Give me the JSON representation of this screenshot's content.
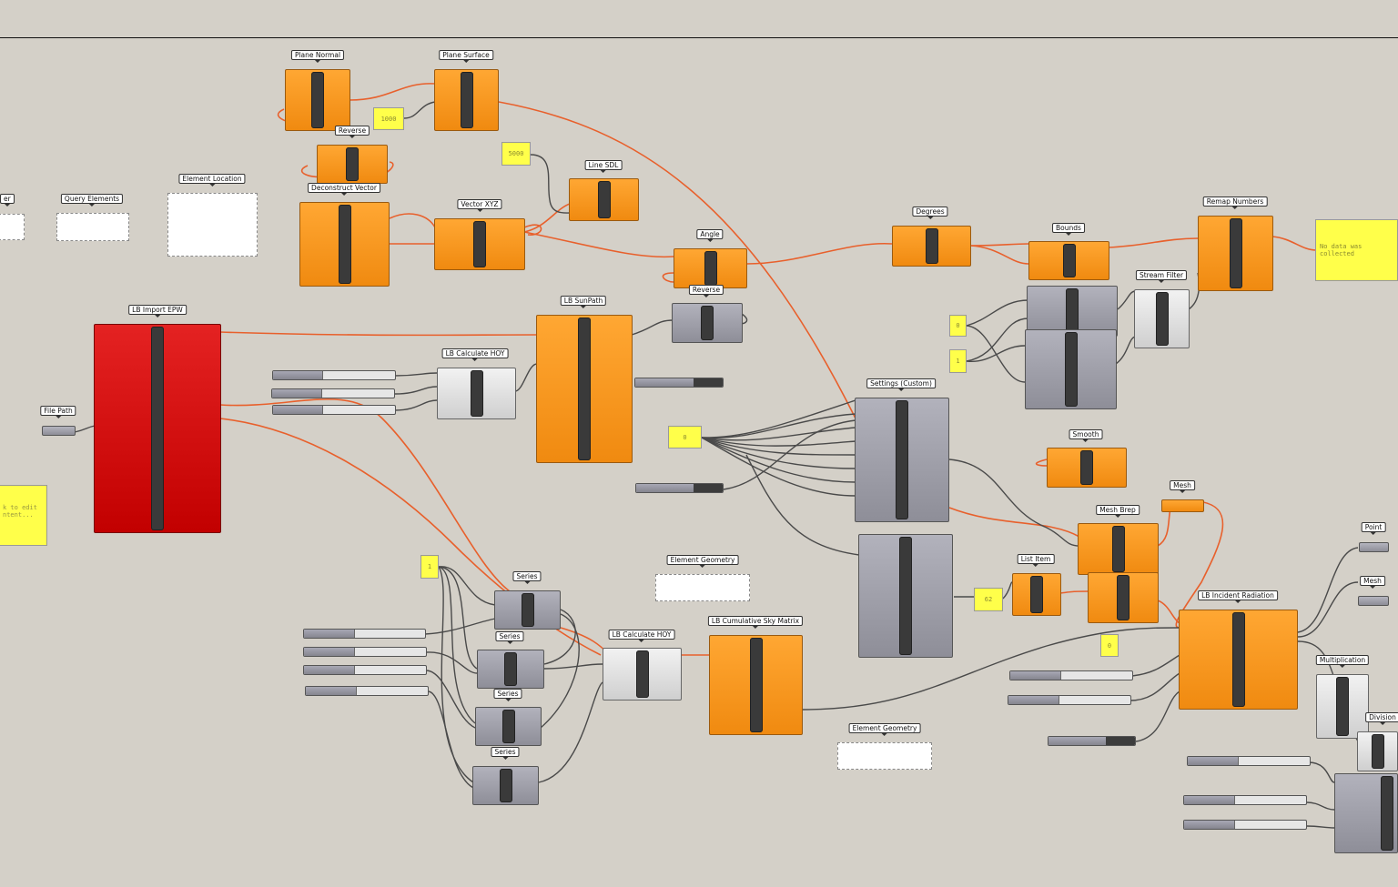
{
  "components": [
    {
      "name": "plane-normal",
      "label": "Plane Normal",
      "style": "orange"
    },
    {
      "name": "plane-surface",
      "label": "Plane Surface",
      "style": "orange"
    },
    {
      "name": "reverse-1",
      "label": "Reverse",
      "style": "orange"
    },
    {
      "name": "deconstruct-vector",
      "label": "Deconstruct Vector",
      "style": "orange"
    },
    {
      "name": "vector-xyz",
      "label": "Vector XYZ",
      "style": "orange"
    },
    {
      "name": "line-sdl",
      "label": "Line SDL",
      "style": "orange"
    },
    {
      "name": "angle",
      "label": "Angle",
      "style": "orange"
    },
    {
      "name": "reverse-2",
      "label": "Reverse",
      "style": "gray"
    },
    {
      "name": "degrees",
      "label": "Degrees",
      "style": "orange"
    },
    {
      "name": "bounds",
      "label": "Bounds",
      "style": "orange"
    },
    {
      "name": "remap-numbers",
      "label": "Remap Numbers",
      "style": "orange"
    },
    {
      "name": "stream-filter",
      "label": "Stream Filter",
      "style": "white"
    },
    {
      "name": "lb-import-epw",
      "label": "LB Import EPW",
      "style": "red"
    },
    {
      "name": "lb-sunpath",
      "label": "LB SunPath",
      "style": "orange"
    },
    {
      "name": "lb-calculate-hoy-1",
      "label": "LB Calculate HOY",
      "style": "white"
    },
    {
      "name": "settings-custom",
      "label": "Settings (Custom)",
      "style": "gray"
    },
    {
      "name": "smooth",
      "label": "Smooth",
      "style": "orange"
    },
    {
      "name": "mesh",
      "label": "Mesh",
      "style": "orange"
    },
    {
      "name": "mesh-brep",
      "label": "Mesh Brep",
      "style": "orange"
    },
    {
      "name": "list-item",
      "label": "List Item",
      "style": "orange"
    },
    {
      "name": "series-1",
      "label": "Series",
      "style": "gray"
    },
    {
      "name": "series-2",
      "label": "Series",
      "style": "gray"
    },
    {
      "name": "series-3",
      "label": "Series",
      "style": "gray"
    },
    {
      "name": "series-4",
      "label": "Series",
      "style": "gray"
    },
    {
      "name": "lb-calculate-hoy-2",
      "label": "LB Calculate HOY",
      "style": "white"
    },
    {
      "name": "lb-cumulative-sky-matrix",
      "label": "LB Cumulative Sky Matrix",
      "style": "orange"
    },
    {
      "name": "lb-incident-radiation",
      "label": "LB Incident Radiation",
      "style": "orange"
    },
    {
      "name": "multiplication",
      "label": "Multiplication",
      "style": "white"
    },
    {
      "name": "division",
      "label": "Division",
      "style": "white"
    },
    {
      "name": "point",
      "label": "Point",
      "style": "gray"
    },
    {
      "name": "mesh-param",
      "label": "Mesh",
      "style": "gray"
    },
    {
      "name": "file-path",
      "label": "File Path",
      "style": "gray"
    },
    {
      "name": "query-elements",
      "label": "Query Elements",
      "style": "gray"
    },
    {
      "name": "element-location",
      "label": "Element Location",
      "style": "white"
    },
    {
      "name": "element-geometry-1",
      "label": "Element Geometry",
      "style": "white"
    },
    {
      "name": "element-geometry-2",
      "label": "Element Geometry",
      "style": "white"
    },
    {
      "name": "partial-left",
      "label": "er",
      "style": "white"
    }
  ],
  "yellow_panels": {
    "v1000": "1000",
    "v5000": "5000",
    "v0a": "0",
    "v0b": "0",
    "v1a": "1",
    "v1b": "1",
    "v62": "62",
    "v0c": "0",
    "no_data": "No data was collected",
    "edit_note": "k to edit\nntent..."
  },
  "colors": {
    "wire_active": "#e8602c",
    "wire_default": "#4a4a4a",
    "canvas": "#d4d0c8"
  }
}
